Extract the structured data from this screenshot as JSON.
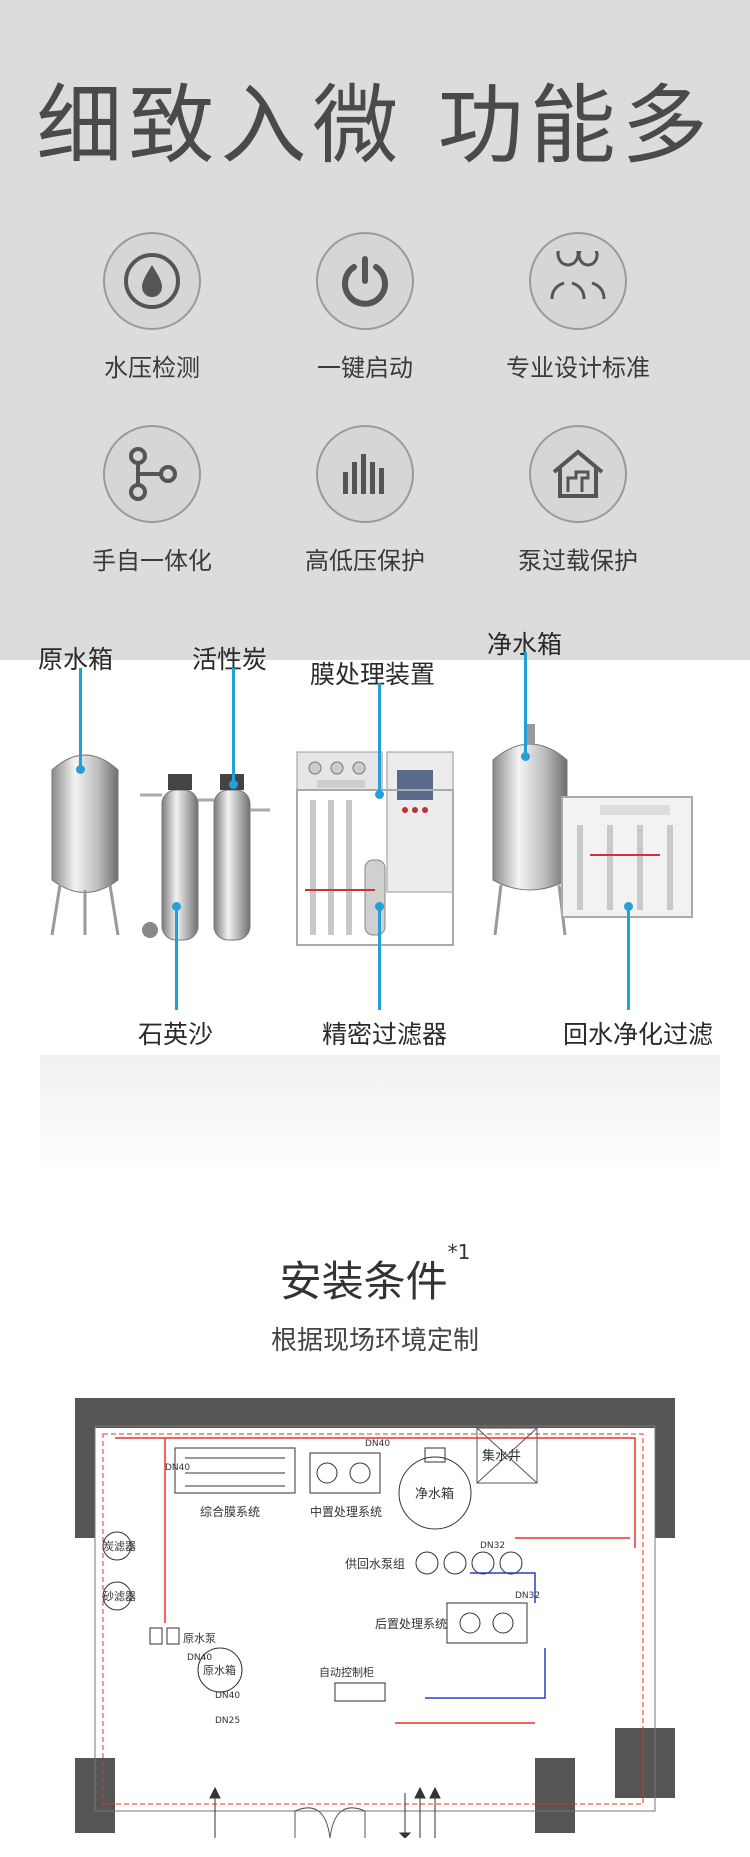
{
  "headline": "细致入微 功能多",
  "features": [
    {
      "icon": "water-drop-icon",
      "label": "水压检测"
    },
    {
      "icon": "power-icon",
      "label": "一键启动"
    },
    {
      "icon": "people-icon",
      "label": "专业设计标准"
    },
    {
      "icon": "share-branch-icon",
      "label": "手自一体化"
    },
    {
      "icon": "bars-icon",
      "label": "高低压保护"
    },
    {
      "icon": "house-pump-icon",
      "label": "泵过载保护"
    }
  ],
  "equipment": {
    "raw_tank": "原水箱",
    "carbon": "活性炭",
    "membrane": "膜处理装置",
    "clean_tank": "净水箱",
    "quartz": "石英沙",
    "precision_filter": "精密过滤器",
    "return_filter": "回水净化过滤",
    "panel_text": "膜处理装置",
    "clean_tank_tag": "净水箱"
  },
  "install": {
    "title": "安装条件",
    "note": "*1",
    "subtitle": "根据现场环境定制"
  },
  "plan": {
    "combined_membrane": "综合膜系统",
    "pre_treatment": "中置处理系统",
    "clean_tank": "净水箱",
    "supply_pump": "供回水泵组",
    "post_treatment": "后置处理系统",
    "control_cabinet": "自动控制柜",
    "carbon_filter": "炭滤器",
    "sand_filter": "砂滤器",
    "raw_pump": "原水泵",
    "raw_tank": "原水箱",
    "sump": "集水井",
    "dn_tags": [
      "DN40",
      "DN40",
      "DN32",
      "DN40",
      "DN40",
      "DN32",
      "DN25"
    ],
    "colors": {
      "red": "#e8332e",
      "blue": "#2a3fc4",
      "wall": "#555555"
    }
  }
}
